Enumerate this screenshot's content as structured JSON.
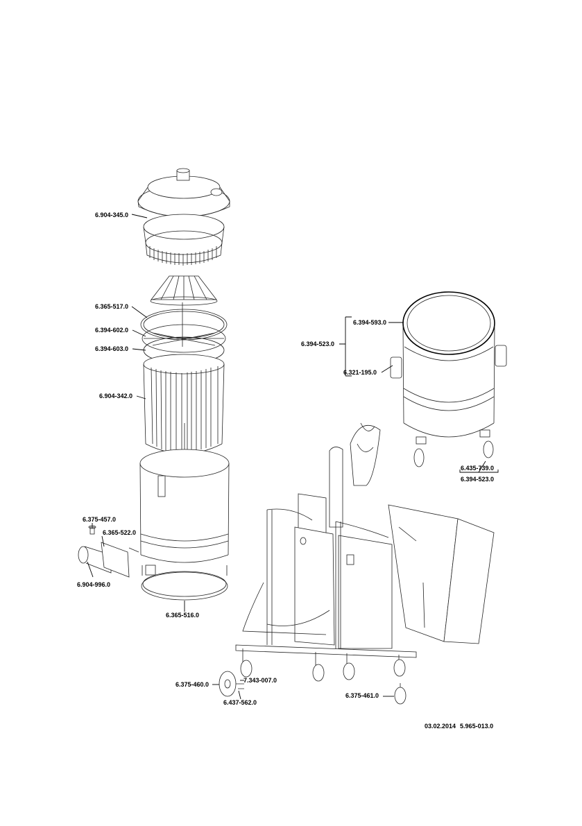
{
  "labels": {
    "p_6904_345": "6.904-345.0",
    "p_6365_517": "6.365-517.0",
    "p_6394_602": "6.394-602.0",
    "p_6394_603": "6.394-603.0",
    "p_6904_342": "6.904-342.0",
    "p_6375_457": "6.375-457.0",
    "p_6365_522": "6.365-522.0",
    "p_6904_996": "6.904-996.0",
    "p_6365_516": "6.365-516.0",
    "p_6394_593": "6.394-593.0",
    "p_6394_523_a": "6.394-523.0",
    "p_6321_195": "6.321-195.0",
    "p_6435_739": "6.435-739.0",
    "p_6394_523_b": "6.394-523.0",
    "p_6375_460": "6.375-460.0",
    "p_7343_007": "7.343-007.0",
    "p_6437_562": "6.437-562.0",
    "p_6375_461": "6.375-461.0"
  },
  "footer": {
    "date": "03.02.2014",
    "doc_number": "5.965-013.0"
  }
}
